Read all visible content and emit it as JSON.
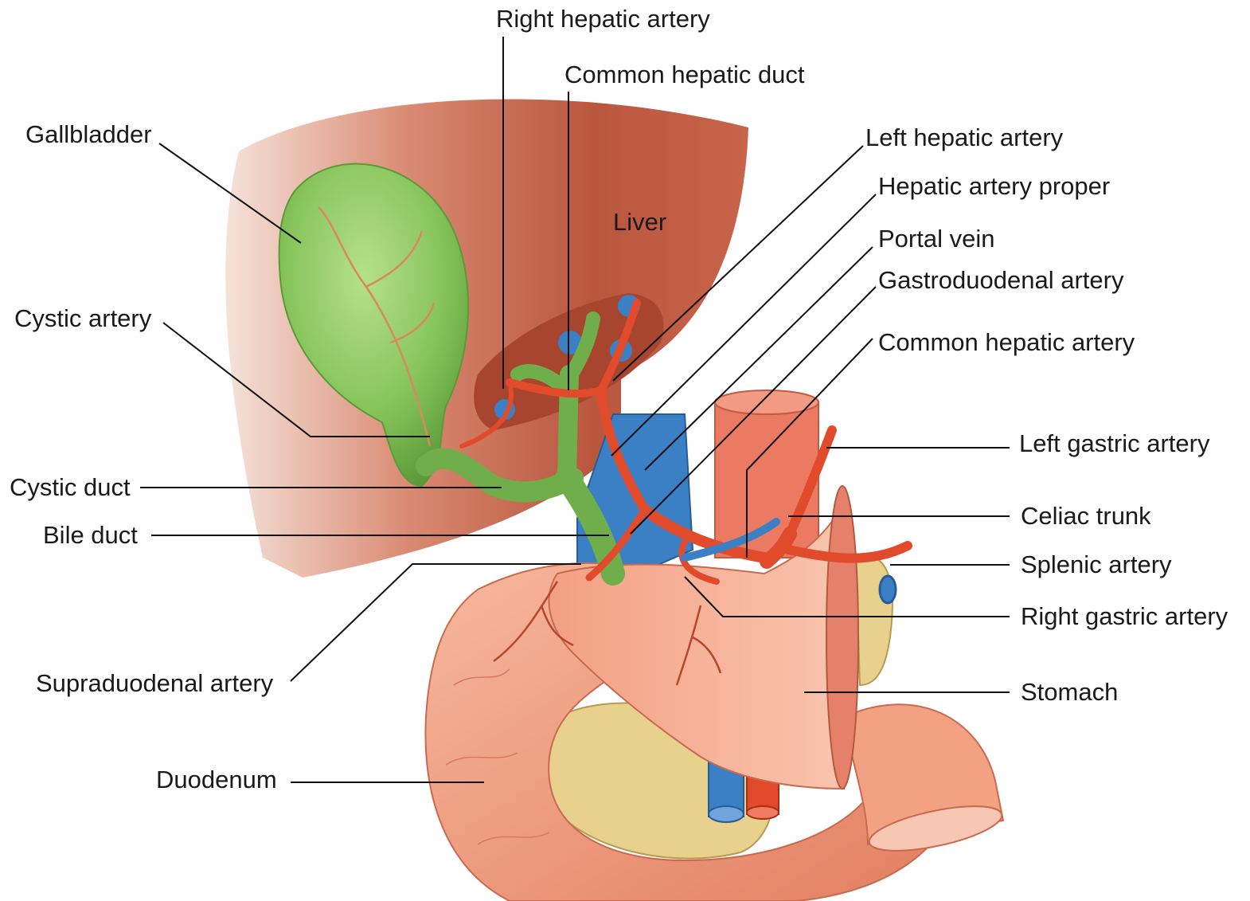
{
  "colors": {
    "liver": "#c05a42",
    "liver_light": "#e6a38e",
    "gallbladder": "#86c45a",
    "bile_duct": "#6fae4a",
    "artery": "#e24a2c",
    "vein": "#3b7fc4",
    "stomach": "#f4a586",
    "duodenum": "#f3a183",
    "pancreas": "#e8d18c",
    "aorta": "#ea7a62"
  },
  "labels": {
    "right_hepatic_artery": "Right hepatic artery",
    "common_hepatic_duct": "Common hepatic duct",
    "gallbladder": "Gallbladder",
    "left_hepatic_artery": "Left hepatic artery",
    "hepatic_artery_proper": "Hepatic artery proper",
    "liver": "Liver",
    "portal_vein": "Portal vein",
    "gastroduodenal_artery": "Gastroduodenal artery",
    "cystic_artery": "Cystic artery",
    "common_hepatic_artery": "Common hepatic artery",
    "left_gastric_artery": "Left gastric artery",
    "cystic_duct": "Cystic duct",
    "celiac_trunk": "Celiac trunk",
    "bile_duct": "Bile duct",
    "splenic_artery": "Splenic artery",
    "right_gastric_artery": "Right gastric artery",
    "supraduodenal_artery": "Supraduodenal artery",
    "stomach": "Stomach",
    "duodenum": "Duodenum"
  }
}
